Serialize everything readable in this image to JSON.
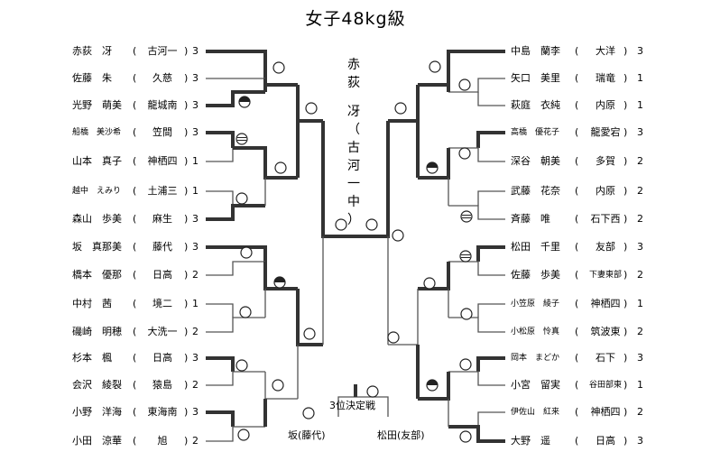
{
  "title": "女子48kg級",
  "champion_vertical": [
    "赤",
    "荻",
    "",
    "冴",
    "（",
    "古",
    "河",
    "一",
    "中",
    "）"
  ],
  "left_players": [
    {
      "name": "赤荻　冴",
      "school": "古河一",
      "score": "3"
    },
    {
      "name": "佐藤　朱",
      "school": "久慈",
      "score": "3"
    },
    {
      "name": "光野　萌美",
      "school": "龍城南",
      "score": "3"
    },
    {
      "name": "船橋　美沙希",
      "school": "笠間",
      "score": "3",
      "small": true
    },
    {
      "name": "山本　真子",
      "school": "神栖四",
      "score": "1"
    },
    {
      "name": "越中　えみり",
      "school": "土浦三",
      "score": "1",
      "small": true
    },
    {
      "name": "森山　歩美",
      "school": "麻生",
      "score": "3"
    },
    {
      "name": "坂　真那美",
      "school": "藤代",
      "score": "3"
    },
    {
      "name": "橋本　優那",
      "school": "日高",
      "score": "2"
    },
    {
      "name": "中村　茜",
      "school": "境二",
      "score": "1"
    },
    {
      "name": "磯崎　明穂",
      "school": "大洗一",
      "score": "2"
    },
    {
      "name": "杉本　楓",
      "school": "日高",
      "score": "3"
    },
    {
      "name": "会沢　綾裂",
      "school": "猿島",
      "score": "2"
    },
    {
      "name": "小野　洋海",
      "school": "東海南",
      "score": "3"
    },
    {
      "name": "小田　涼華",
      "school": "旭",
      "score": "2"
    }
  ],
  "right_players": [
    {
      "name": "中島　蘭李",
      "school": "大洋",
      "score": "3"
    },
    {
      "name": "矢口　美里",
      "school": "瑞竜",
      "score": "1"
    },
    {
      "name": "萩庭　衣純",
      "school": "内原",
      "score": "1"
    },
    {
      "name": "高橋　優花子",
      "school": "龍愛宕",
      "score": "3",
      "small": true
    },
    {
      "name": "深谷　朝美",
      "school": "多賀",
      "score": "2"
    },
    {
      "name": "武藤　花奈",
      "school": "内原",
      "score": "2"
    },
    {
      "name": "斉藤　唯",
      "school": "石下西",
      "score": "2"
    },
    {
      "name": "松田　千里",
      "school": "友部",
      "score": "3"
    },
    {
      "name": "佐藤　歩美",
      "school": "下妻東部",
      "score": "2",
      "schoolSmall": true
    },
    {
      "name": "小笠原　綾子",
      "school": "神栖四",
      "score": "1",
      "small": true
    },
    {
      "name": "小松原　怜真",
      "school": "筑波東",
      "score": "2",
      "small": true
    },
    {
      "name": "岡本　まどか",
      "school": "石下",
      "score": "3",
      "small": true
    },
    {
      "name": "小宮　留実",
      "school": "谷田部東",
      "score": "1",
      "schoolSmall": true
    },
    {
      "name": "伊佐山　紅来",
      "school": "神栖四",
      "score": "2",
      "small": true
    },
    {
      "name": "大野　遥",
      "school": "日高",
      "score": "3"
    }
  ],
  "third_place": {
    "title": "3位決定戦",
    "left_name": "坂(藤代)",
    "right_name": "松田(友部)"
  }
}
